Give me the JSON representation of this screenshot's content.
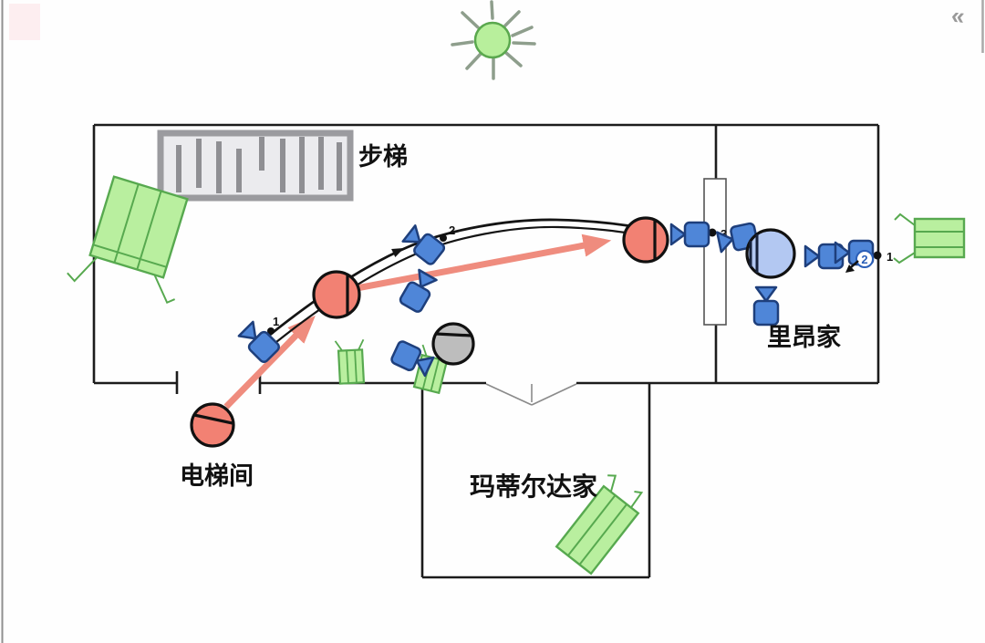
{
  "ui": {
    "collapse_chevron": "«"
  },
  "rooms": {
    "stairs_label": "步梯",
    "elevator_label": "电梯间",
    "mathilda_label": "玛蒂尔达家",
    "leon_label": "里昂家"
  },
  "camera_markers": {
    "pos1": "1",
    "pos2": "2",
    "pos3": "3",
    "right_pos1": "1",
    "badge2": "2"
  },
  "colors": {
    "character_red": "#f28173",
    "character_gray": "#bdbdbd",
    "character_blue": "#b3c8f2",
    "camera_blue": "#4f86d8",
    "camera_stroke": "#1e3f7c",
    "light_fill": "#b9ef9f",
    "light_stroke": "#57a94f",
    "sun_fill": "#b8ef9c",
    "sun_stroke": "#5aa84e",
    "path_black": "#141414",
    "arrow_red": "#ef8c7e",
    "wall": "#1c1c1c",
    "stair_gray": "#9b9b9f"
  }
}
